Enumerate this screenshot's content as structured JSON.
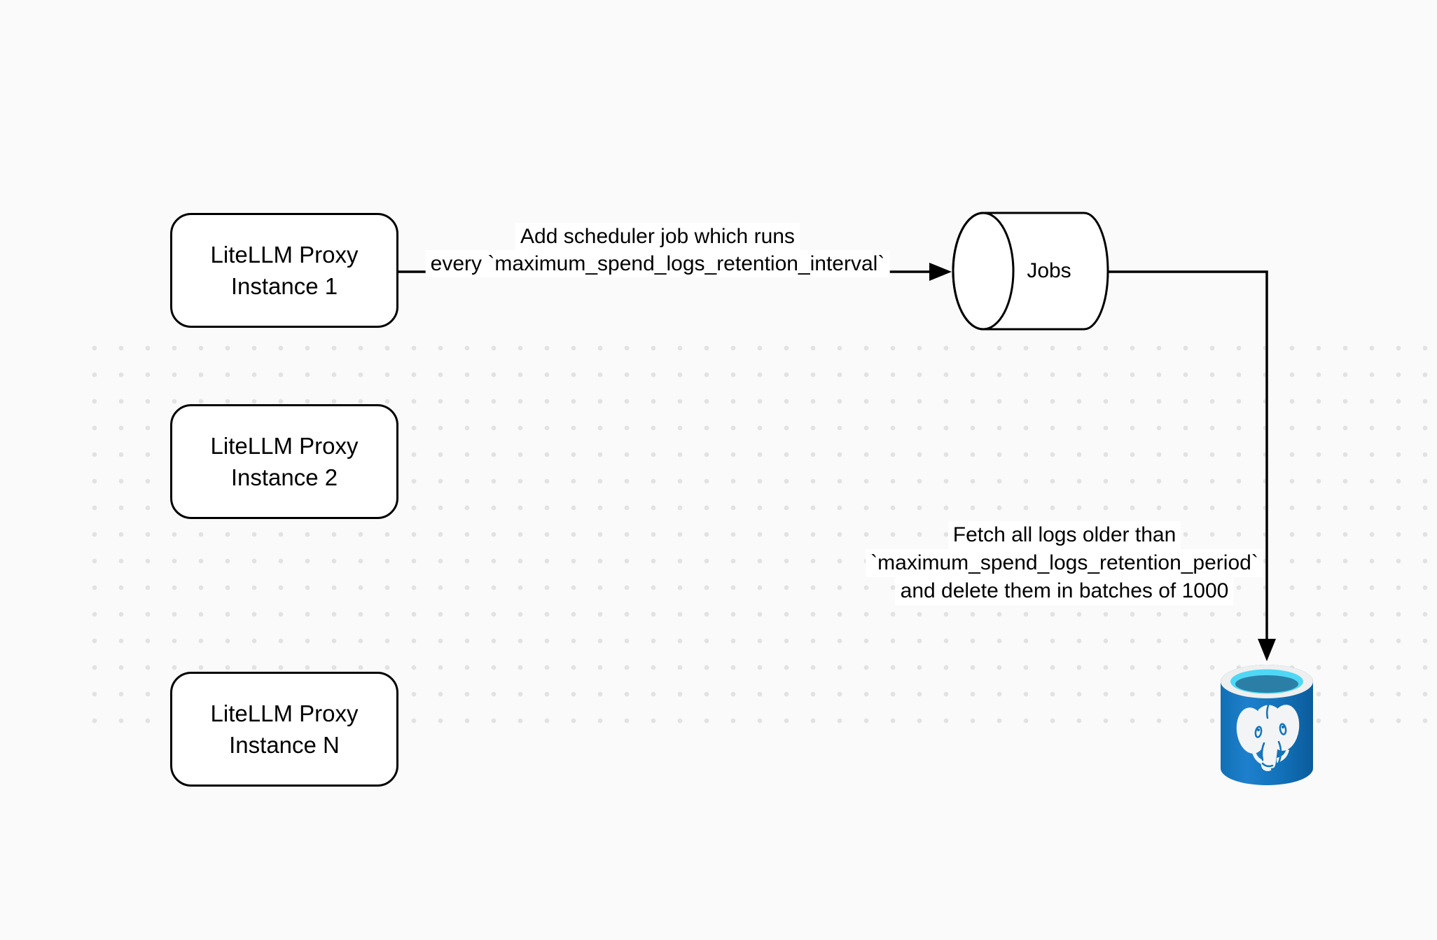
{
  "diagram": {
    "title_hint": "LiteLLM spend-logs cleanup scheduler architecture",
    "background": "#fafafa",
    "dot_color": "#e2e2e2",
    "stroke_color": "#000000",
    "node_fill": "#ffffff",
    "nodes": {
      "proxy_instances": [
        {
          "line1": "LiteLLM Proxy",
          "line2": "Instance 1"
        },
        {
          "line1": "LiteLLM Proxy",
          "line2": "Instance 2"
        },
        {
          "line1": "LiteLLM Proxy",
          "line2": "Instance N"
        }
      ],
      "jobs_queue": {
        "label": "Jobs",
        "shape": "horizontal-cylinder"
      },
      "database": {
        "icon": "postgresql-icon"
      }
    },
    "edge_labels": {
      "scheduler": {
        "line1": "Add scheduler job which runs",
        "line2": "every `maximum_spend_logs_retention_interval`"
      },
      "fetch_delete": {
        "line1": "Fetch all logs older than",
        "line2": "`maximum_spend_logs_retention_period`",
        "line3": "and delete them in batches of 1000"
      }
    },
    "icon_colors": {
      "postgres_body_blue": "#1273bb",
      "postgres_rim": "#efefef",
      "postgres_opening_cyan": "#4ed8f6",
      "postgres_opening_dark": "#2b7fa6",
      "elephant_white": "#f2f4f5"
    }
  }
}
